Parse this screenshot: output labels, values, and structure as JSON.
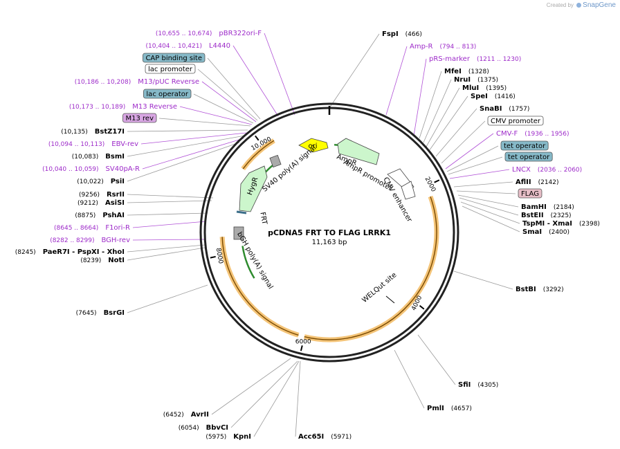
{
  "credit": {
    "prefix": "Created by",
    "brand": "SnapGene"
  },
  "plasmid": {
    "name": "pCDNA5 FRT TO FLAG LRRK1",
    "size": "11,163 bp"
  },
  "ticks": [
    "2000",
    "4000",
    "6000",
    "8000",
    "10,000"
  ],
  "features": [
    {
      "name": "ori",
      "kind": "origin"
    },
    {
      "name": "AmpR",
      "kind": "cds"
    },
    {
      "name": "AmpR promoter",
      "kind": "promoter"
    },
    {
      "name": "CMV enhancer",
      "kind": "enhancer"
    },
    {
      "name": "SV40 poly(A) signal",
      "kind": "terminator"
    },
    {
      "name": "HygR",
      "kind": "cds"
    },
    {
      "name": "FRT",
      "kind": "recombination"
    },
    {
      "name": "bGH poly(A) signal",
      "kind": "terminator"
    },
    {
      "name": "WELQut site",
      "kind": "site"
    }
  ],
  "colors": {
    "insert": "#f4c478",
    "cds": "#ccf6cc",
    "origin": "#ffff00",
    "site_label": "#9d2ac9",
    "operator_box": "#86b9c8",
    "rev_primer_box": "#d8a6e3",
    "flag_box": "#e7bec7"
  },
  "labels": [
    {
      "kind": "enzyme",
      "name": "FspI",
      "pos": "(466)"
    },
    {
      "kind": "site",
      "name": "Amp-R",
      "pos": "(794 .. 813)"
    },
    {
      "kind": "site",
      "name": "pRS-marker",
      "pos": "(1211 .. 1230)"
    },
    {
      "kind": "enzyme",
      "name": "MfeI",
      "pos": "(1328)"
    },
    {
      "kind": "enzyme",
      "name": "NruI",
      "pos": "(1375)"
    },
    {
      "kind": "enzyme",
      "name": "MluI",
      "pos": "(1395)"
    },
    {
      "kind": "enzyme",
      "name": "SpeI",
      "pos": "(1416)"
    },
    {
      "kind": "enzyme",
      "name": "SnaBI",
      "pos": "(1757)"
    },
    {
      "kind": "box",
      "name": "CMV promoter",
      "pos": ""
    },
    {
      "kind": "site",
      "name": "CMV-F",
      "pos": "(1936 .. 1956)"
    },
    {
      "kind": "box-blue",
      "name": "tet operator",
      "pos": ""
    },
    {
      "kind": "box-blue",
      "name": "tet operator",
      "pos": ""
    },
    {
      "kind": "site",
      "name": "LNCX",
      "pos": "(2036 .. 2060)"
    },
    {
      "kind": "enzyme",
      "name": "AflII",
      "pos": "(2142)"
    },
    {
      "kind": "box-pink",
      "name": "FLAG",
      "pos": ""
    },
    {
      "kind": "enzyme",
      "name": "BamHI",
      "pos": "(2184)"
    },
    {
      "kind": "enzyme",
      "name": "BstEII",
      "pos": "(2325)"
    },
    {
      "kind": "enzyme",
      "name": "TspMI - XmaI",
      "pos": "(2398)"
    },
    {
      "kind": "enzyme",
      "name": "SmaI",
      "pos": "(2400)"
    },
    {
      "kind": "enzyme",
      "name": "BstBI",
      "pos": "(3292)"
    },
    {
      "kind": "enzyme",
      "name": "SfiI",
      "pos": "(4305)"
    },
    {
      "kind": "enzyme",
      "name": "PmlI",
      "pos": "(4657)"
    },
    {
      "kind": "enzyme",
      "name": "Acc65I",
      "pos": "(5971)"
    },
    {
      "kind": "enzyme",
      "name": "KpnI",
      "pos": "(5975)"
    },
    {
      "kind": "enzyme",
      "name": "BbvCI",
      "pos": "(6054)"
    },
    {
      "kind": "enzyme",
      "name": "AvrII",
      "pos": "(6452)"
    },
    {
      "kind": "enzyme",
      "name": "BsrGI",
      "pos": "(7645)"
    },
    {
      "kind": "enzyme",
      "name": "NotI",
      "pos": "(8239)"
    },
    {
      "kind": "enzyme",
      "name": "PaeR7I - PspXI - XhoI",
      "pos": "(8245)"
    },
    {
      "kind": "site",
      "name": "BGH-rev",
      "pos": "(8282 .. 8299)"
    },
    {
      "kind": "site",
      "name": "F1ori-R",
      "pos": "(8645 .. 8664)"
    },
    {
      "kind": "enzyme",
      "name": "PshAI",
      "pos": "(8875)"
    },
    {
      "kind": "enzyme",
      "name": "AsiSI",
      "pos": "(9212)"
    },
    {
      "kind": "enzyme",
      "name": "RsrII",
      "pos": "(9256)"
    },
    {
      "kind": "enzyme",
      "name": "PsiI",
      "pos": "(10,022)"
    },
    {
      "kind": "site",
      "name": "SV40pA-R",
      "pos": "(10,040 .. 10,059)"
    },
    {
      "kind": "enzyme",
      "name": "BsmI",
      "pos": "(10,083)"
    },
    {
      "kind": "site",
      "name": "EBV-rev",
      "pos": "(10,094 .. 10,113)"
    },
    {
      "kind": "enzyme",
      "name": "BstZ17I",
      "pos": "(10,135)"
    },
    {
      "kind": "box-purple",
      "name": "M13 rev",
      "pos": ""
    },
    {
      "kind": "site",
      "name": "M13 Reverse",
      "pos": "(10,173 .. 10,189)"
    },
    {
      "kind": "box-blue",
      "name": "lac operator",
      "pos": ""
    },
    {
      "kind": "site",
      "name": "M13/pUC Reverse",
      "pos": "(10,186 .. 10,208)"
    },
    {
      "kind": "box",
      "name": "lac promoter",
      "pos": ""
    },
    {
      "kind": "box-blue",
      "name": "CAP binding site",
      "pos": ""
    },
    {
      "kind": "site",
      "name": "L4440",
      "pos": "(10,404 .. 10,421)"
    },
    {
      "kind": "site",
      "name": "pBR322ori-F",
      "pos": "(10,655 .. 10,674)"
    }
  ]
}
